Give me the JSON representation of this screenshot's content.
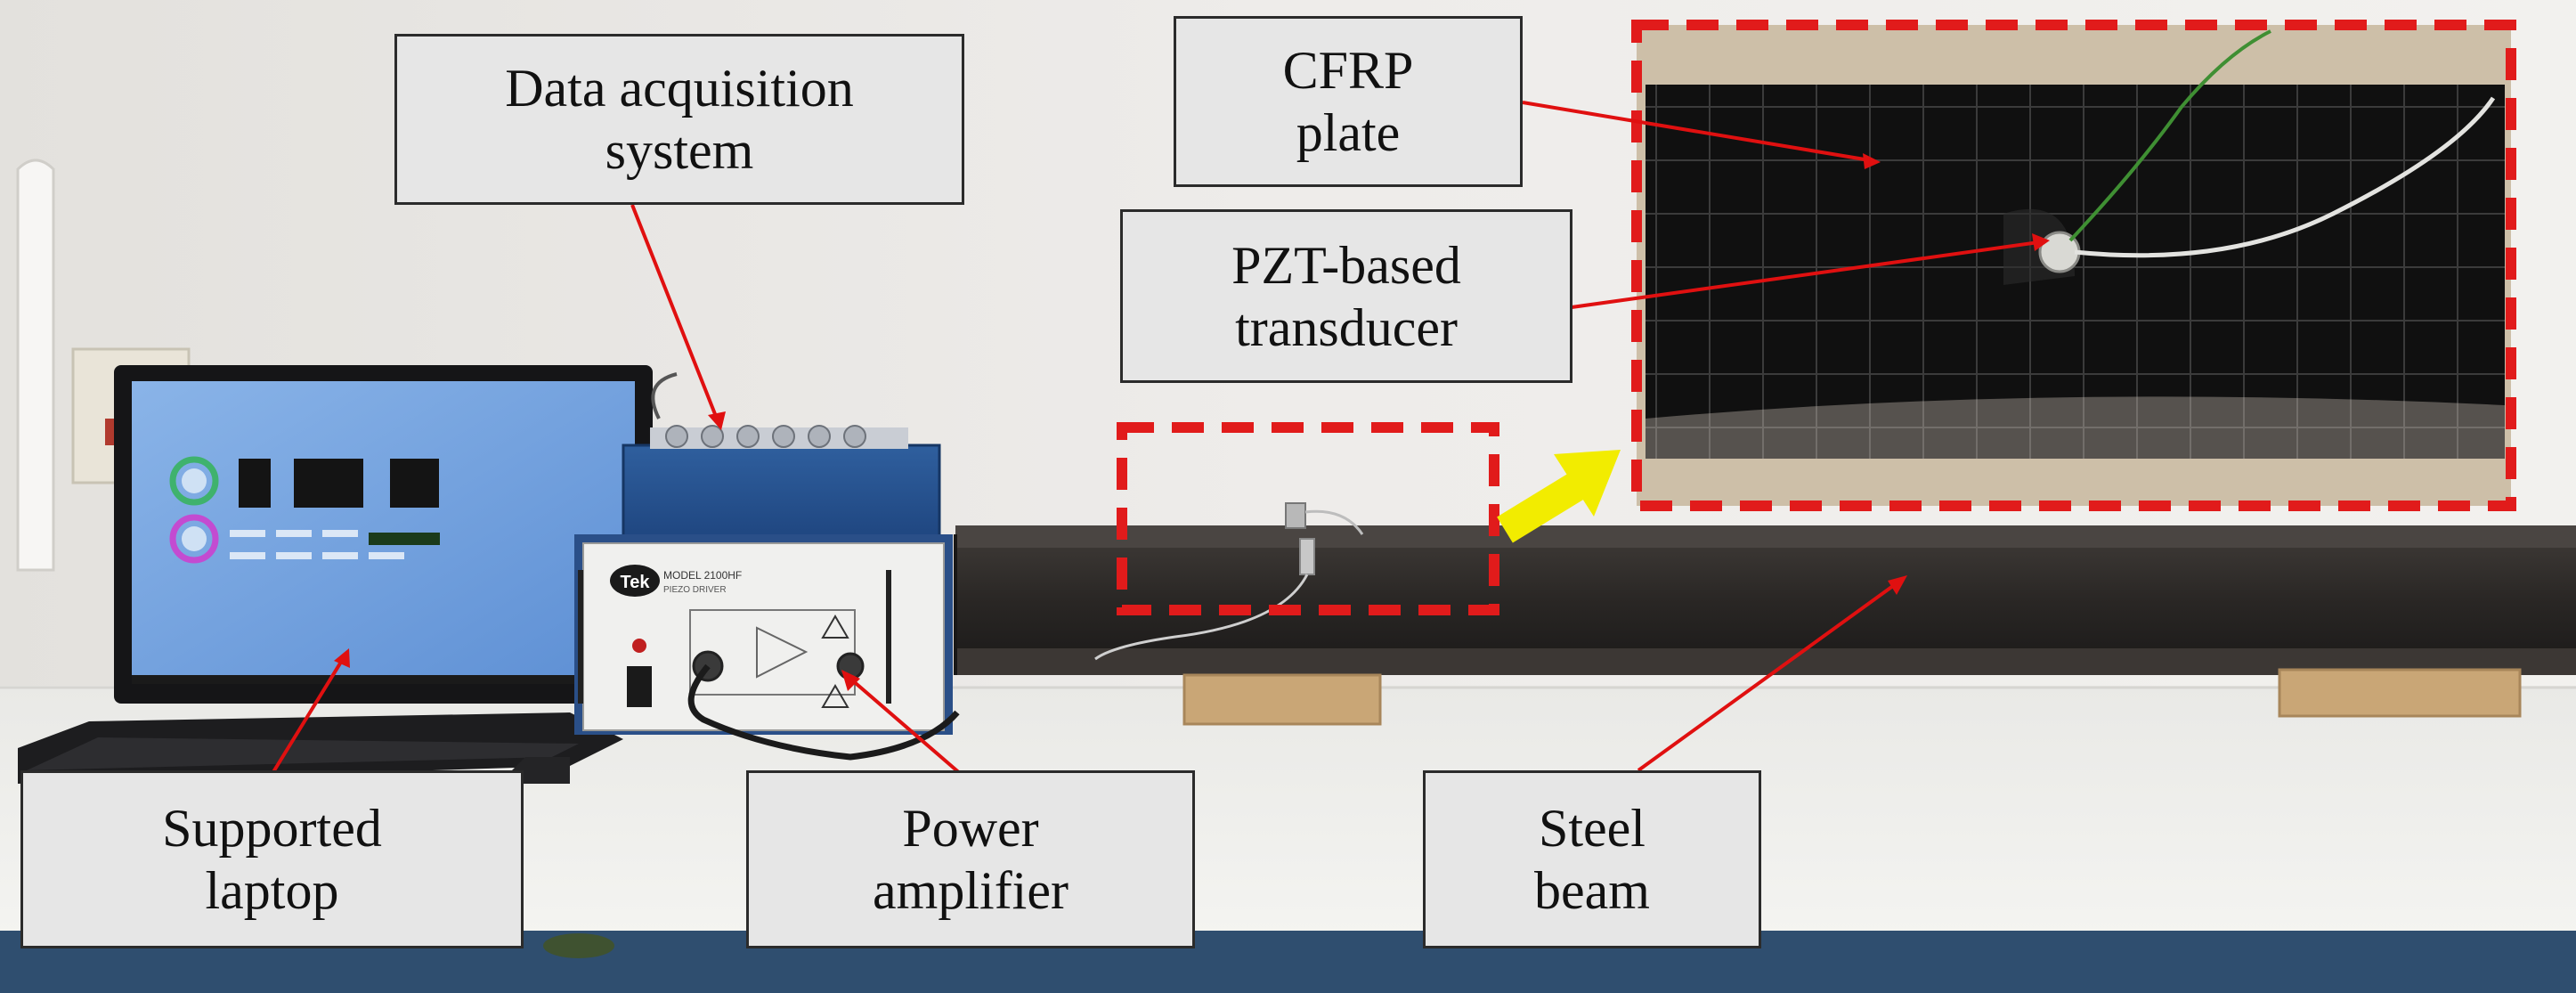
{
  "labels": {
    "daq": [
      "Data acquisition",
      "system"
    ],
    "cfrp": [
      "CFRP",
      "plate"
    ],
    "pzt": [
      "PZT-based",
      "transducer"
    ],
    "laptop": [
      "Supported",
      "laptop"
    ],
    "amplifier": [
      "Power",
      "amplifier"
    ],
    "beam": [
      "Steel",
      "beam"
    ]
  },
  "amplifier_text": {
    "brand": "Tek",
    "model": "MODEL 2100HF",
    "subtitle": "PIEZO DRIVER"
  },
  "colors": {
    "highlight_box": "#e11b1b",
    "pointer_line": "#e01010",
    "zoom_arrow": "#f2ec00",
    "callout_fill": "#e6e6e6",
    "callout_border": "#2b2b2b"
  }
}
